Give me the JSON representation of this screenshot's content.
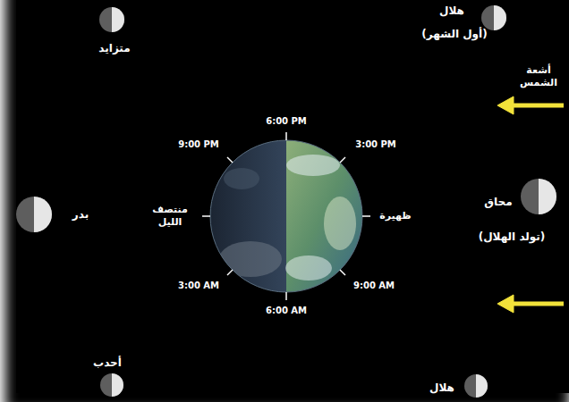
{
  "diagram": {
    "nodes": [
      {
        "text": [
          "متزايد"
        ]
      },
      {
        "text": [
          "هلال",
          "(أول الشهر)"
        ]
      },
      {
        "text": [
          "بدر"
        ]
      },
      {
        "text": [
          "محاق",
          "(تولد الهلال)"
        ]
      },
      {
        "text": [
          "أحدب"
        ]
      },
      {
        "text": [
          "هلال"
        ]
      }
    ],
    "labels": [
      "6:00 PM",
      "9:00 PM",
      "3:00 PM",
      "منتصف الليل",
      "ظهيرة",
      "3:00 AM",
      "9:00 AM",
      "6:00 AM",
      "أشعة الشمس"
    ]
  }
}
